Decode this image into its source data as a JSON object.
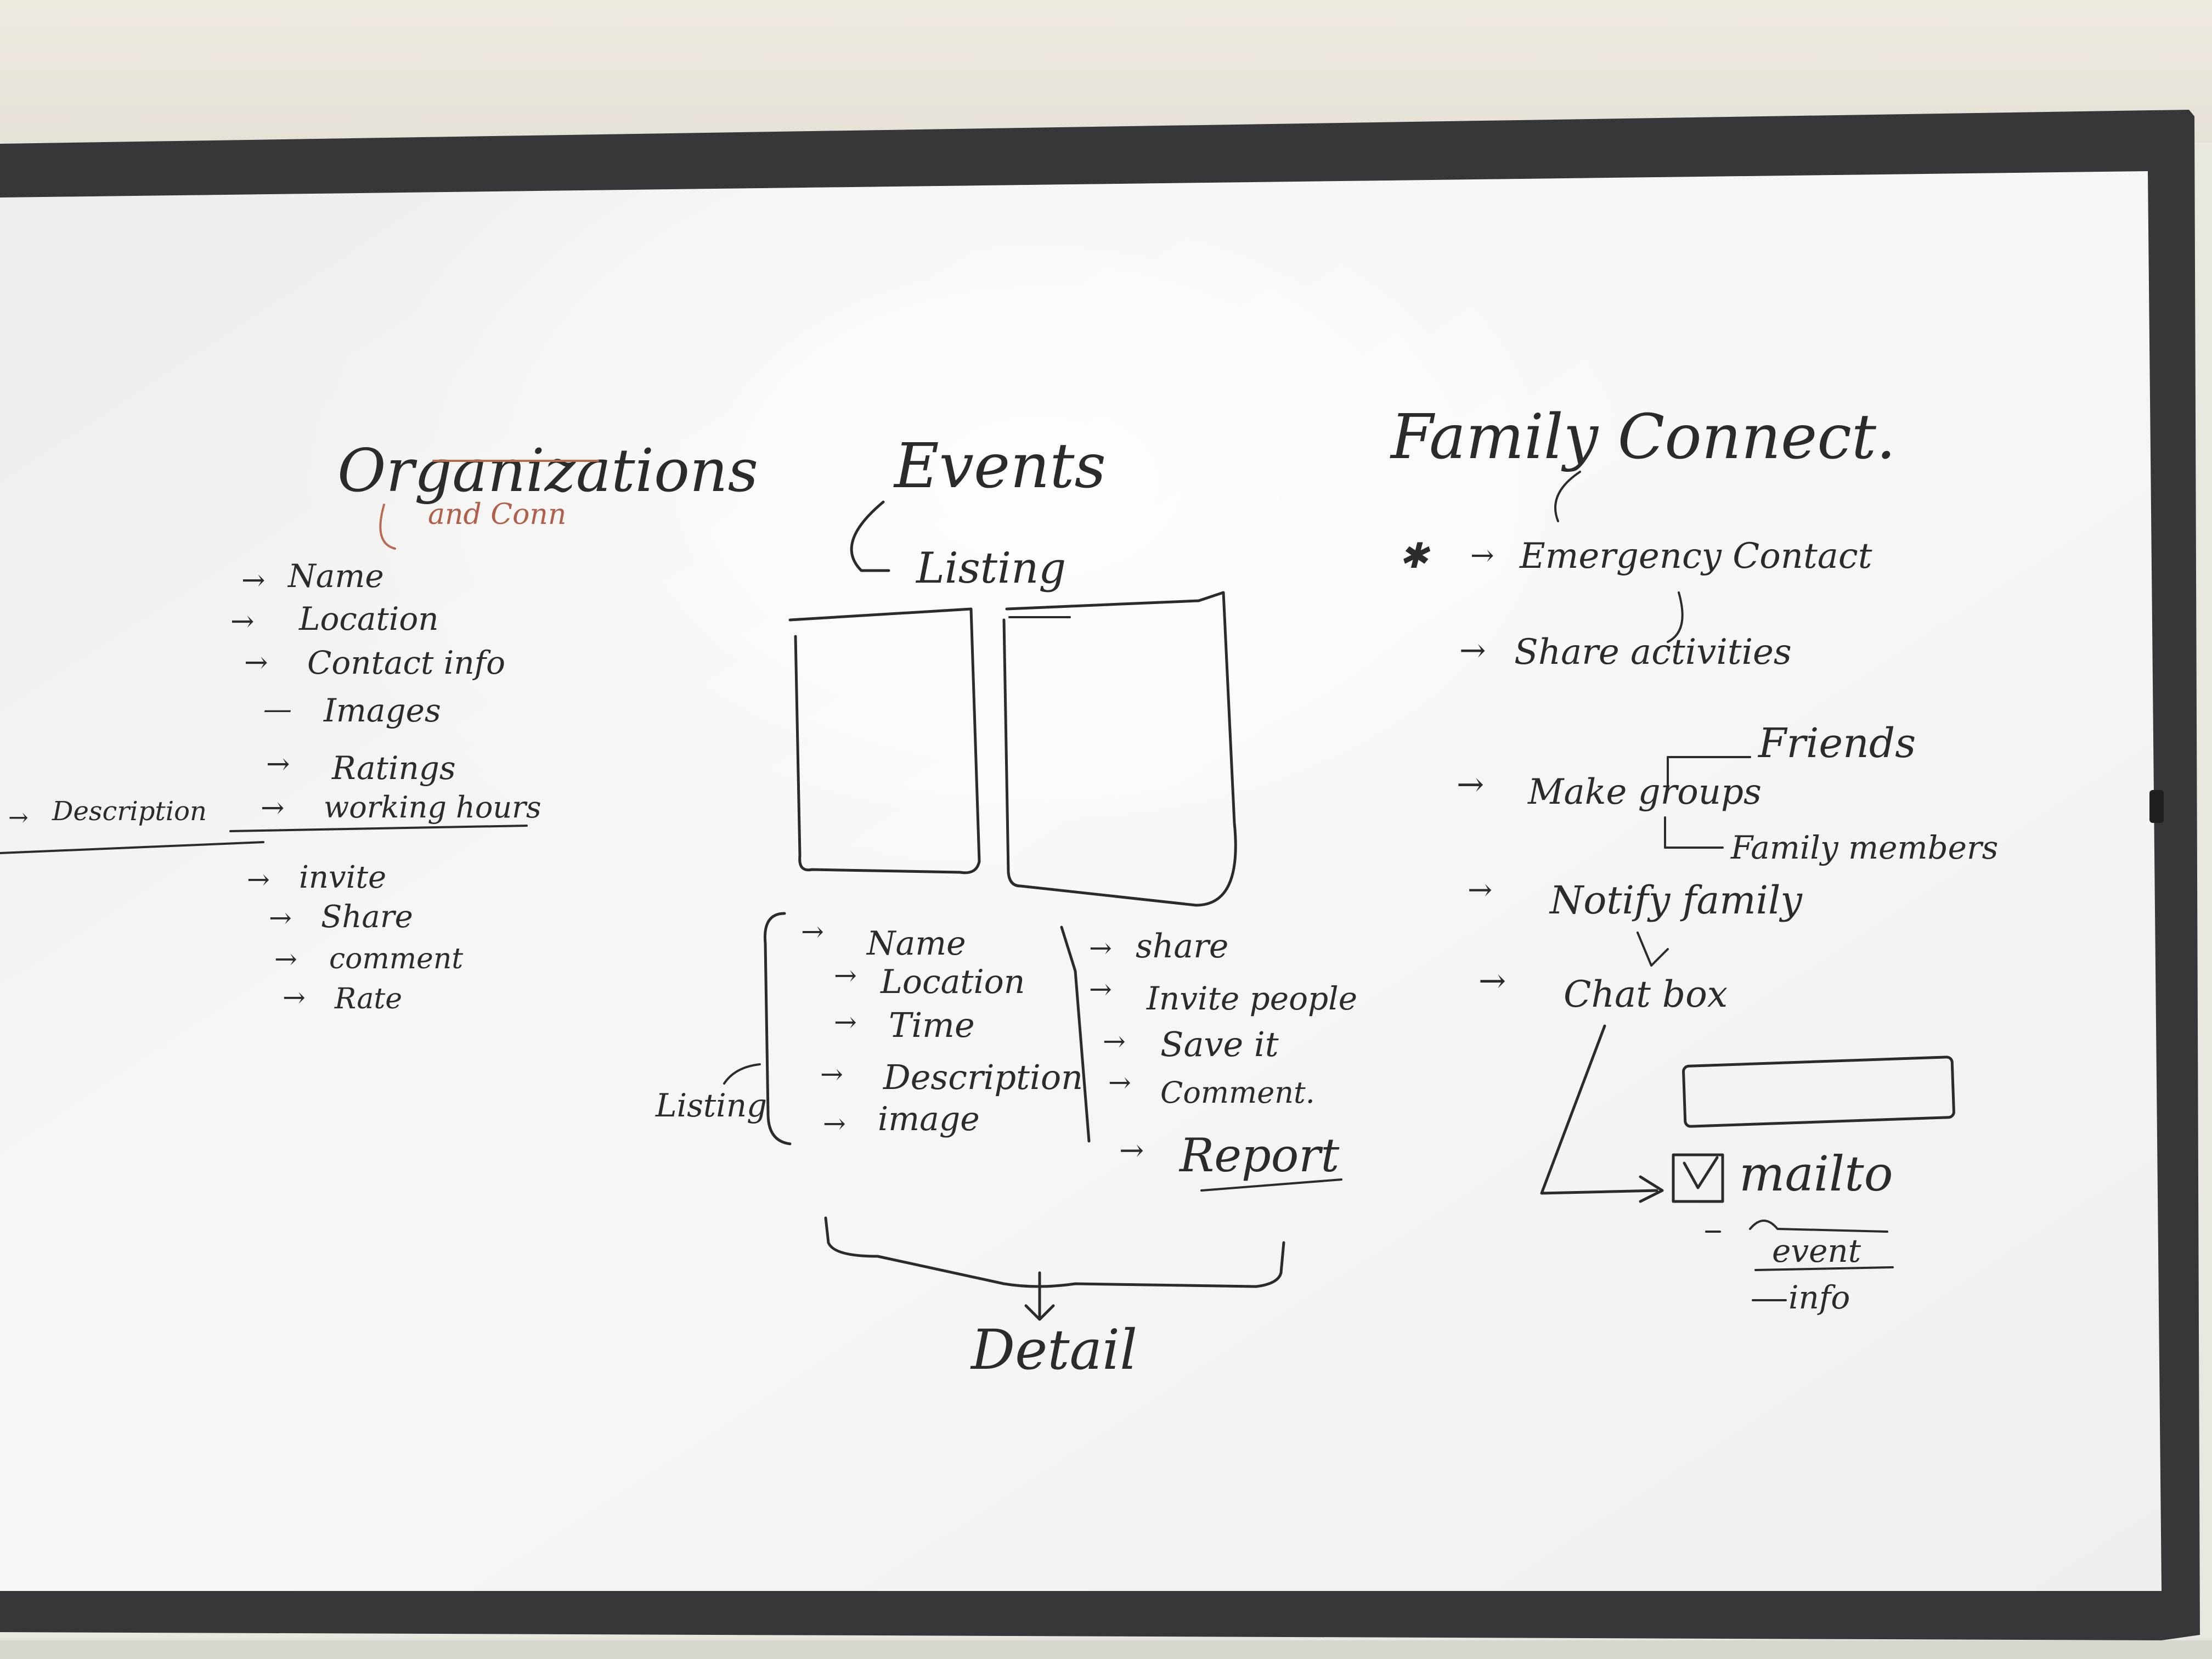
{
  "colors": {
    "frame": "#35373b",
    "board": "#f4f4f2",
    "ink_black": "#2b2b2b",
    "ink_red": "#b0604a",
    "wall": "#ece7dc"
  },
  "organizations": {
    "title": "Organizations",
    "red_note": "and Conn",
    "items": [
      "Name",
      "Location",
      "Contact info",
      "Images",
      "Ratings",
      "working hours"
    ],
    "side_note": "Description",
    "actions": [
      "invite",
      "Share",
      "comment",
      "Rate"
    ]
  },
  "events": {
    "title": "Events",
    "subtitle": "Listing",
    "side_label": "Listing",
    "fields": [
      "Name",
      "Location",
      "Time",
      "Description",
      "image"
    ],
    "actions": [
      "share",
      "Invite people",
      "Save it",
      "Comment.",
      "Report"
    ],
    "footer": "Detail"
  },
  "family_connect": {
    "title": "Family Connect.",
    "emergency": "Emergency Contact",
    "share": "Share activities",
    "make_groups": "Make groups",
    "friends": "Friends",
    "family_members": "Family members",
    "notify": "Notify family",
    "chat": "Chat box",
    "mailto": "mailto",
    "event": "event",
    "info": "info"
  }
}
